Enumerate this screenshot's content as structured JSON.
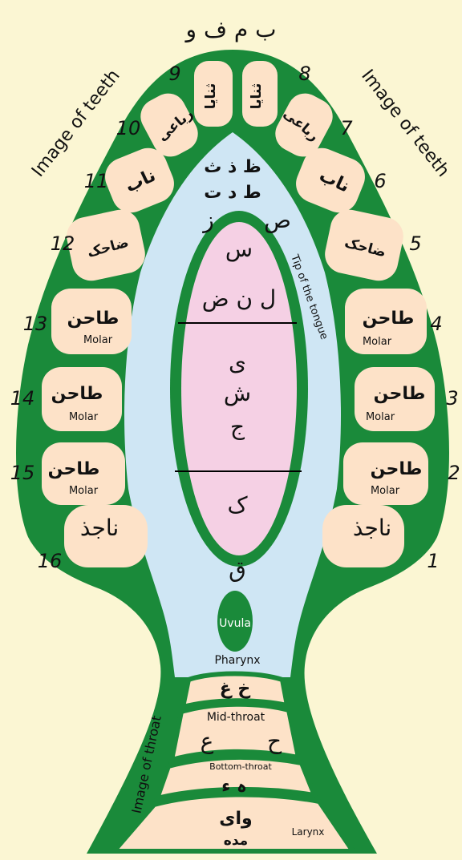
{
  "top_letters": "ب م ف و",
  "side_labels": {
    "left": "Image of teeth",
    "right": "Image of teeth",
    "throat": "Image of throat"
  },
  "teeth": {
    "1": {
      "num": "1",
      "name": "ناجذ"
    },
    "2": {
      "num": "2",
      "name": "طاحن",
      "sub": "Molar"
    },
    "3": {
      "num": "3",
      "name": "طاحن",
      "sub": "Molar"
    },
    "4": {
      "num": "4",
      "name": "طاحن",
      "sub": "Molar"
    },
    "5": {
      "num": "5",
      "name": "ضاحک"
    },
    "6": {
      "num": "6",
      "name": "ناب"
    },
    "7": {
      "num": "7",
      "name": "رباعی"
    },
    "8": {
      "num": "8",
      "name": "ثنایا"
    },
    "9": {
      "num": "9",
      "name": "ثنایا"
    },
    "10": {
      "num": "10",
      "name": "رباعی"
    },
    "11": {
      "num": "11",
      "name": "ناب"
    },
    "12": {
      "num": "12",
      "name": "ضاحک"
    },
    "13": {
      "num": "13",
      "name": "طاحن",
      "sub": "Molar"
    },
    "14": {
      "num": "14",
      "name": "طاحن",
      "sub": "Molar"
    },
    "15": {
      "num": "15",
      "name": "طاحن",
      "sub": "Molar"
    },
    "16": {
      "num": "16",
      "name": "ناجذ"
    }
  },
  "tongue": {
    "tip_label": "Tip of the tongue",
    "top_letters_1": "ظ ذ ث",
    "top_letters_2": "ط د ت",
    "letter_z": "ز",
    "letter_s": "ص",
    "inner_1": "س",
    "inner_2": "ل ن ض",
    "inner_3": "ی",
    "inner_4": "ش",
    "inner_5": "ج",
    "inner_6": "ک",
    "qaf": "ق"
  },
  "throat": {
    "uvula": "Uvula",
    "pharynx": "Pharynx",
    "upper_letters": "خ غ",
    "mid": "Mid-throat",
    "mid_left": "ع",
    "mid_right": "ح",
    "bottom": "Bottom-throat",
    "bottom_letters": "ہ ء",
    "larynx_1": "وای",
    "larynx_2": "مده",
    "larynx": "Larynx"
  },
  "colors": {
    "green": "#1a8a3a",
    "tooth": "#fde2c8",
    "tongue_blue": "#cfe6f4",
    "tongue_pink": "#f5d0e4",
    "background": "#fbf6d3"
  }
}
